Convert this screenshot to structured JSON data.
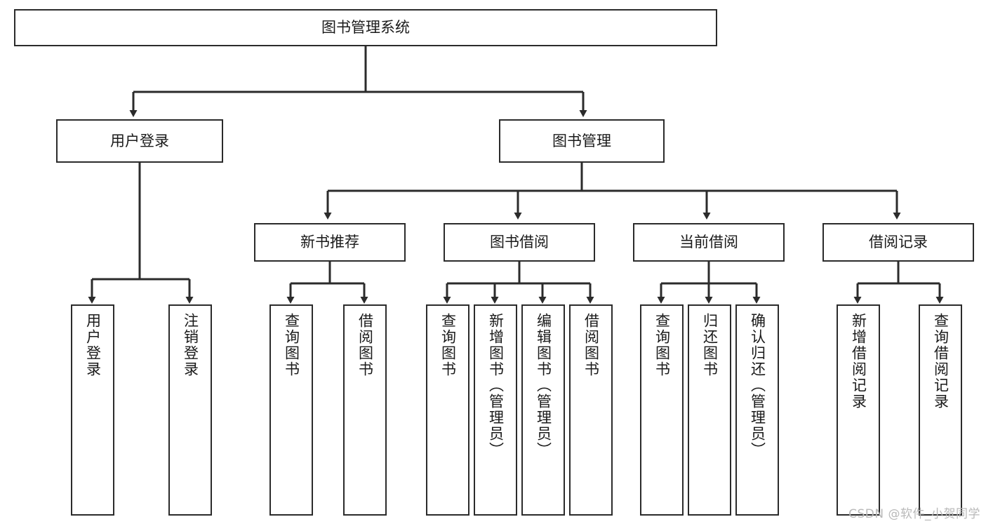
{
  "diagram": {
    "title": "图书管理系统",
    "type": "hierarchy-tree",
    "orientation": "top-down",
    "colors": {
      "node_border": "#2b2b2b",
      "node_fill": "#ffffff",
      "edge": "#2b2b2b",
      "text": "#1a1a1a",
      "watermark": "#b9b9b9",
      "background": "#ffffff"
    },
    "levels": [
      {
        "level": 1,
        "nodes": [
          {
            "id": "root",
            "label": "图书管理系统",
            "orientation": "horizontal"
          }
        ]
      },
      {
        "level": 2,
        "nodes": [
          {
            "id": "login",
            "label": "用户登录",
            "orientation": "horizontal",
            "parent": "root"
          },
          {
            "id": "bookmgmt",
            "label": "图书管理",
            "orientation": "horizontal",
            "parent": "root"
          }
        ]
      },
      {
        "level": 3,
        "nodes": [
          {
            "id": "newbook",
            "label": "新书推荐",
            "orientation": "horizontal",
            "parent": "bookmgmt"
          },
          {
            "id": "borrow",
            "label": "图书借阅",
            "orientation": "horizontal",
            "parent": "bookmgmt"
          },
          {
            "id": "current",
            "label": "当前借阅",
            "orientation": "horizontal",
            "parent": "bookmgmt"
          },
          {
            "id": "records",
            "label": "借阅记录",
            "orientation": "horizontal",
            "parent": "bookmgmt"
          }
        ]
      },
      {
        "level": 4,
        "nodes": [
          {
            "id": "leaf-user-login",
            "label": "用户登录",
            "orientation": "vertical",
            "parent": "login"
          },
          {
            "id": "leaf-user-logout",
            "label": "注销登录",
            "orientation": "vertical",
            "parent": "login"
          },
          {
            "id": "leaf-new-query",
            "label": "查询图书",
            "orientation": "vertical",
            "parent": "newbook"
          },
          {
            "id": "leaf-new-borrow",
            "label": "借阅图书",
            "orientation": "vertical",
            "parent": "newbook"
          },
          {
            "id": "leaf-borrow-query",
            "label": "查询图书",
            "orientation": "vertical",
            "parent": "borrow"
          },
          {
            "id": "leaf-borrow-add",
            "label": "新增图书（管理员）",
            "orientation": "vertical",
            "parent": "borrow"
          },
          {
            "id": "leaf-borrow-edit",
            "label": "编辑图书（管理员）",
            "orientation": "vertical",
            "parent": "borrow"
          },
          {
            "id": "leaf-borrow-lend",
            "label": "借阅图书",
            "orientation": "vertical",
            "parent": "borrow"
          },
          {
            "id": "leaf-current-query",
            "label": "查询图书",
            "orientation": "vertical",
            "parent": "current"
          },
          {
            "id": "leaf-current-return",
            "label": "归还图书",
            "orientation": "vertical",
            "parent": "current"
          },
          {
            "id": "leaf-current-confirm",
            "label": "确认归还（管理员）",
            "orientation": "vertical",
            "parent": "current"
          },
          {
            "id": "leaf-record-add",
            "label": "新增借阅记录",
            "orientation": "vertical",
            "parent": "records"
          },
          {
            "id": "leaf-record-query",
            "label": "查询借阅记录",
            "orientation": "vertical",
            "parent": "records"
          }
        ]
      }
    ]
  },
  "watermark": {
    "text": "CSDN @软件_小贺同学"
  }
}
